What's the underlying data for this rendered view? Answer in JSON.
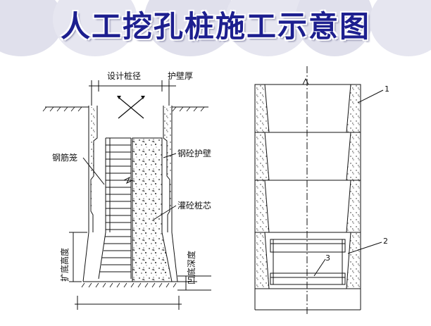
{
  "title": "人工挖孔桩施工示意图",
  "labels": {
    "design_diameter": "设计桩径",
    "wall_thickness": "护壁厚",
    "cage": "钢筋笼",
    "concrete_wall": "钢砼护壁",
    "pile_core": "灌砼桩芯",
    "flare_height": "扩底高度",
    "bottom_depth": "凹底深度"
  },
  "callouts": {
    "one": "1",
    "two": "2",
    "three": "3"
  },
  "colors": {
    "title": "#1d1f8f",
    "bubble": "#e0e0ec",
    "line": "#111111"
  }
}
